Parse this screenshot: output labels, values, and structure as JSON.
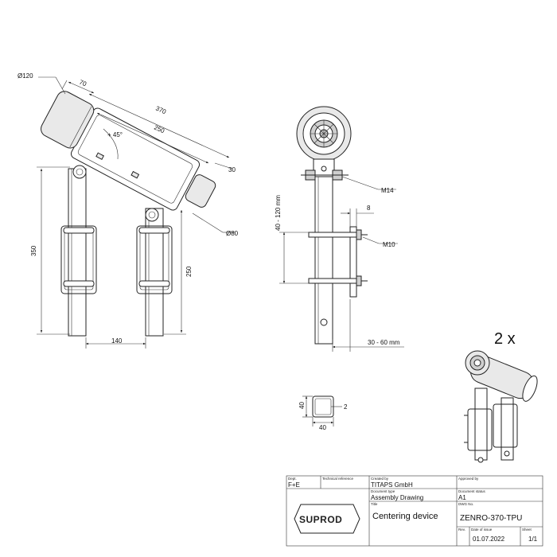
{
  "drawing": {
    "dims": {
      "d120": "Ø120",
      "d70": "70",
      "d370": "370",
      "d250_top": "250",
      "angle45": "+ 45°",
      "d30": "30",
      "d350": "350",
      "d80": "Ø80",
      "d250_side": "250",
      "d140": "140",
      "m14": "M14",
      "range40_120": "40 - 120 mm",
      "d8": "8",
      "m10": "M10",
      "range30_60": "30 - 60 mm",
      "tube40_h": "40",
      "tube40_w": "40",
      "tube2": "2"
    },
    "quantity": "2 x"
  },
  "title_block": {
    "logo": "SUPROD",
    "dept_label": "Dept.",
    "dept_value": "F+E",
    "tech_ref_label": "Technical reference",
    "tech_ref_value": "",
    "created_by_label": "Created by",
    "created_by_value": "TITAPS GmbH",
    "approved_by_label": "Approved by",
    "approved_by_value": "",
    "doc_type_label": "Document type",
    "doc_type_value": "Assembly Drawing",
    "doc_status_label": "Document status",
    "doc_status_value": "A1",
    "title_label": "Title",
    "title_value": "Centering device",
    "dwg_no_label": "DWG No.",
    "dwg_no_value": "ZENRO-370-TPU",
    "rev_label": "Rev.",
    "date_label": "Date of issue",
    "date_value": "01.07.2022",
    "sheet_label": "Sheet",
    "sheet_value": "1/1"
  }
}
